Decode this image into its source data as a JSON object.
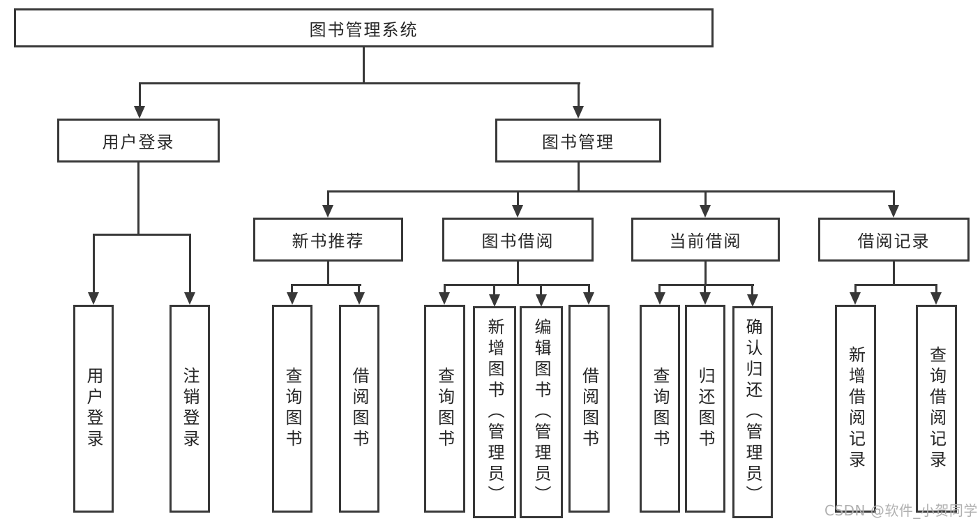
{
  "diagram": {
    "title": "图书管理系统",
    "nodes": {
      "root": "图书管理系统",
      "user_login": "用户登录",
      "book_management": "图书管理",
      "new_book_recommend": "新书推荐",
      "book_borrowing": "图书借阅",
      "current_borrowing": "当前借阅",
      "borrowing_records": "借阅记录",
      "leaf_user_login": "用户登录",
      "leaf_logout": "注销登录",
      "recommend_query_books": "查询图书",
      "recommend_borrow_books": "借阅图书",
      "borrowing_query_books": "查询图书",
      "borrowing_add_books_admin": "新增图书（管理员）",
      "borrowing_edit_books_admin": "编辑图书（管理员）",
      "borrowing_borrow_books": "借阅图书",
      "current_query_books": "查询图书",
      "current_return_books": "归还图书",
      "current_confirm_return_admin": "确认归还（管理员）",
      "records_add_record": "新增借阅记录",
      "records_query_record": "查询借阅记录"
    }
  },
  "watermark": {
    "text": "CSDN @软件_小贺同学"
  },
  "colors": {
    "line": "#383838",
    "text": "#262626",
    "watermark": "#b0b0b0",
    "background": "#ffffff"
  }
}
